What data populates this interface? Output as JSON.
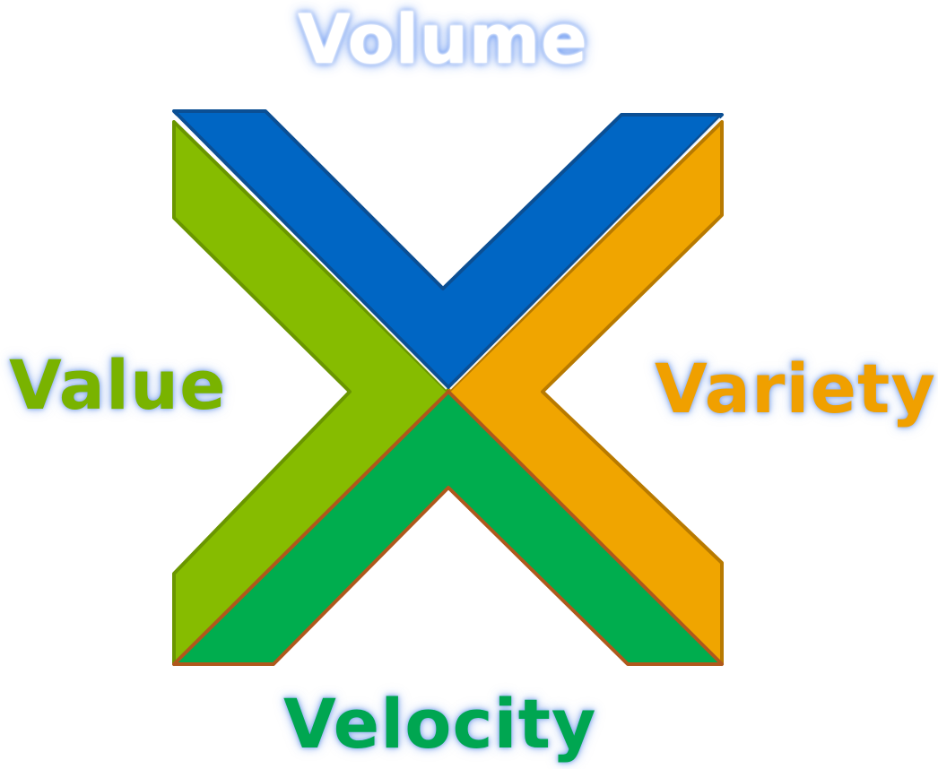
{
  "labels": {
    "volume": "Volume",
    "value": "Value",
    "variety": "Variety",
    "velocity": "Velocity"
  },
  "colors": {
    "volume": "#0066c4",
    "volume_edge": "#0b4f94",
    "value": "#86bc00",
    "value_edge": "#6a9600",
    "variety": "#f0a500",
    "variety_edge": "#b87a00",
    "velocity": "#00ad4e",
    "velocity_edge": "#b0581c",
    "volume_text": "#ffffff",
    "value_text": "#79b300",
    "variety_text": "#f0a000",
    "velocity_text": "#00a651"
  }
}
